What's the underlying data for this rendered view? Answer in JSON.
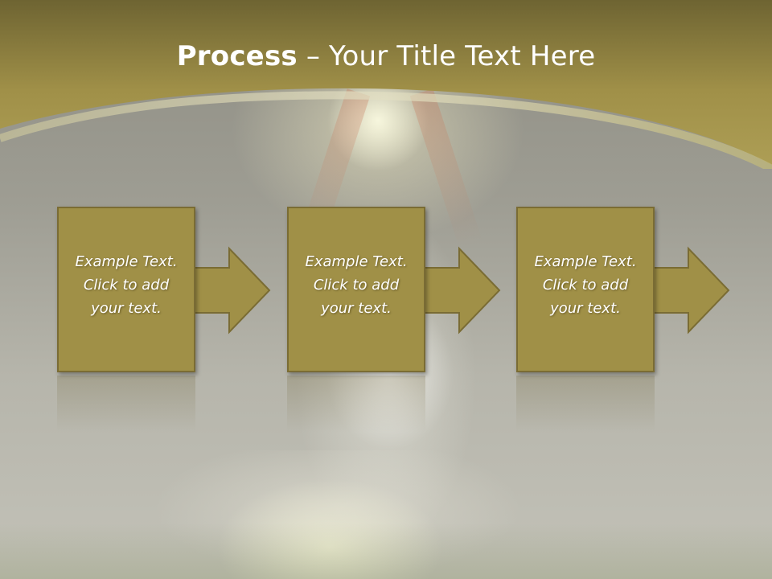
{
  "slide": {
    "title_bold": "Process",
    "title_rest": " – Your Title Text Here"
  },
  "steps": [
    {
      "line1": "Example Text.",
      "line2": "Click  to add",
      "line3": "your text."
    },
    {
      "line1": "Example Text.",
      "line2": "Click  to add",
      "line3": "your text."
    },
    {
      "line1": "Example Text.",
      "line2": "Click  to add",
      "line3": "your text."
    }
  ],
  "colors": {
    "header": "#a99a4f",
    "box_fill": "#a09047",
    "box_border": "#7a6c34",
    "text": "#ffffff"
  }
}
